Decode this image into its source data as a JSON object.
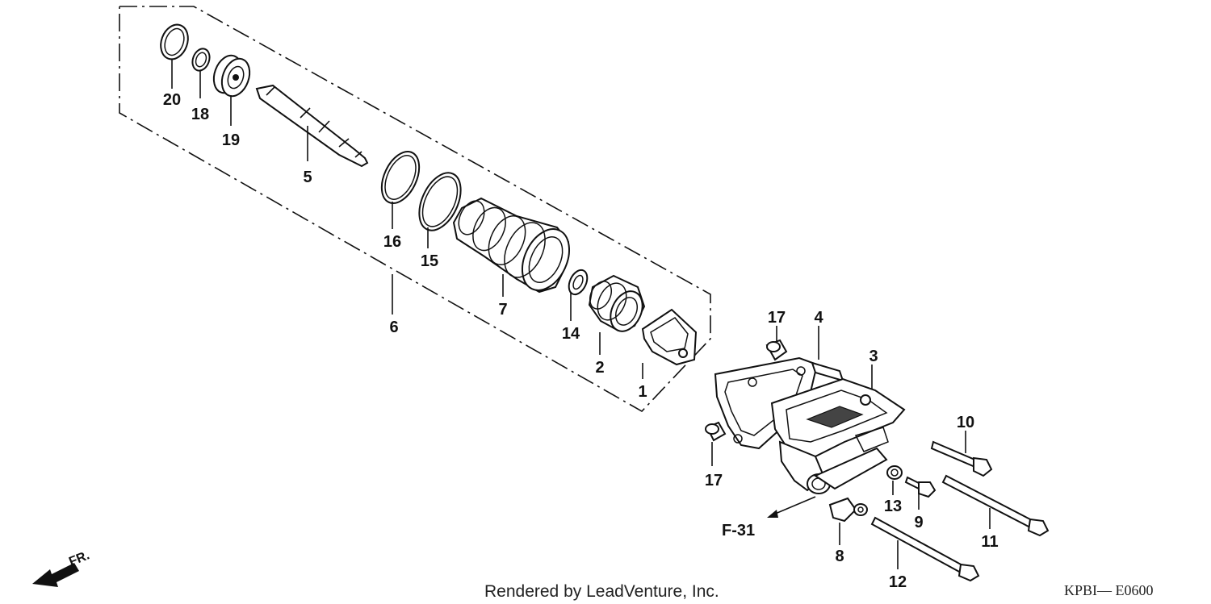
{
  "labels": [
    {
      "id": "1",
      "text": "1"
    },
    {
      "id": "2",
      "text": "2"
    },
    {
      "id": "3",
      "text": "3"
    },
    {
      "id": "4",
      "text": "4"
    },
    {
      "id": "5",
      "text": "5"
    },
    {
      "id": "6",
      "text": "6"
    },
    {
      "id": "7",
      "text": "7"
    },
    {
      "id": "8",
      "text": "8"
    },
    {
      "id": "9",
      "text": "9"
    },
    {
      "id": "10",
      "text": "10"
    },
    {
      "id": "11",
      "text": "11"
    },
    {
      "id": "12",
      "text": "12"
    },
    {
      "id": "13",
      "text": "13"
    },
    {
      "id": "14",
      "text": "14"
    },
    {
      "id": "15",
      "text": "15"
    },
    {
      "id": "16",
      "text": "16"
    },
    {
      "id": "17a",
      "text": "17"
    },
    {
      "id": "17b",
      "text": "17"
    },
    {
      "id": "18",
      "text": "18"
    },
    {
      "id": "19",
      "text": "19"
    },
    {
      "id": "20",
      "text": "20"
    }
  ],
  "reference": "F-31",
  "direction": "FR.",
  "footer": "Rendered by LeadVenture, Inc.",
  "diagram_code": "KPBI— E0600"
}
